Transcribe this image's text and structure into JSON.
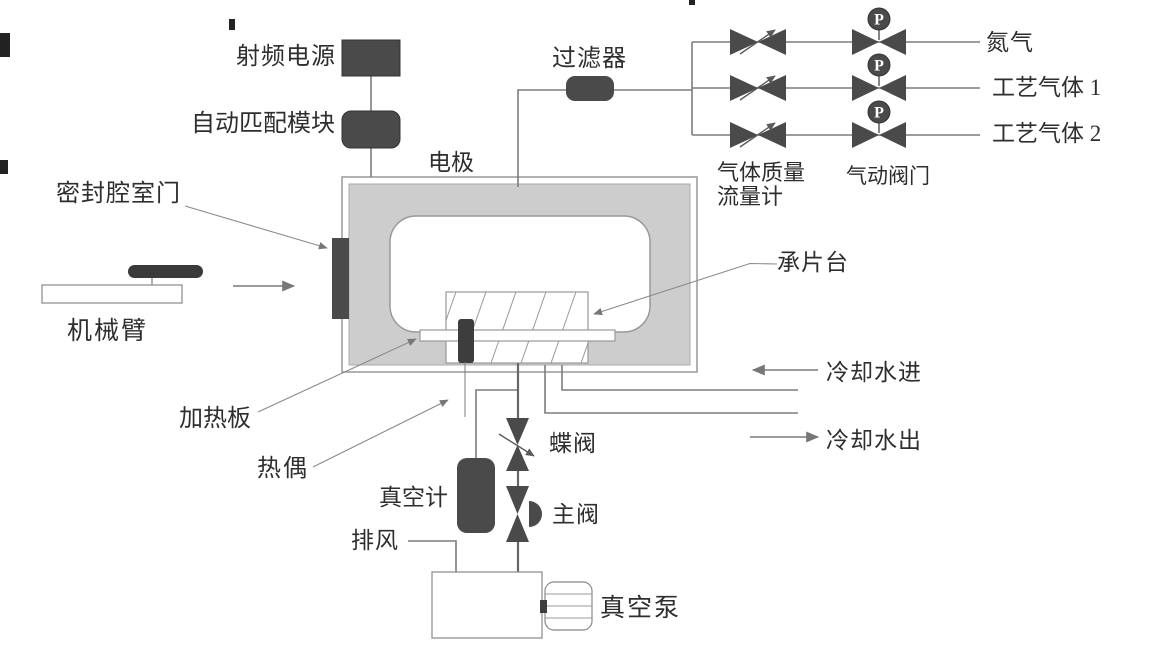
{
  "diagram": {
    "title_hint": "PECVD/等离子设备结构示意图",
    "labels": {
      "rf_power": "射频电源",
      "matching_module": "自动匹配模块",
      "chamber_door": "密封腔室门",
      "robot_arm": "机械臂",
      "electrode": "电极",
      "filter": "过滤器",
      "mass_flow_meter_line1": "气体质量",
      "mass_flow_meter_line2": "流量计",
      "pneumatic_valve": "气动阀门",
      "nitrogen": "氮气",
      "process_gas_1": "工艺气体 1",
      "process_gas_2": "工艺气体 2",
      "wafer_stage": "承片台",
      "cooling_water_in": "冷却水进",
      "cooling_water_out": "冷却水出",
      "heating_plate": "加热板",
      "thermocouple": "热偶",
      "vacuum_gauge": "真空计",
      "butterfly_valve": "蝶阀",
      "main_valve": "主阀",
      "exhaust": "排风",
      "vacuum_pump": "真空泵",
      "pressure_symbol": "P"
    },
    "colors": {
      "dark_fill": "#4a4a4a",
      "chamber_gray": "#cdcdcd",
      "line_gray": "#7d7d7d",
      "border_gray": "#999999",
      "text": "#2e2e2e",
      "background": "#ffffff"
    }
  }
}
